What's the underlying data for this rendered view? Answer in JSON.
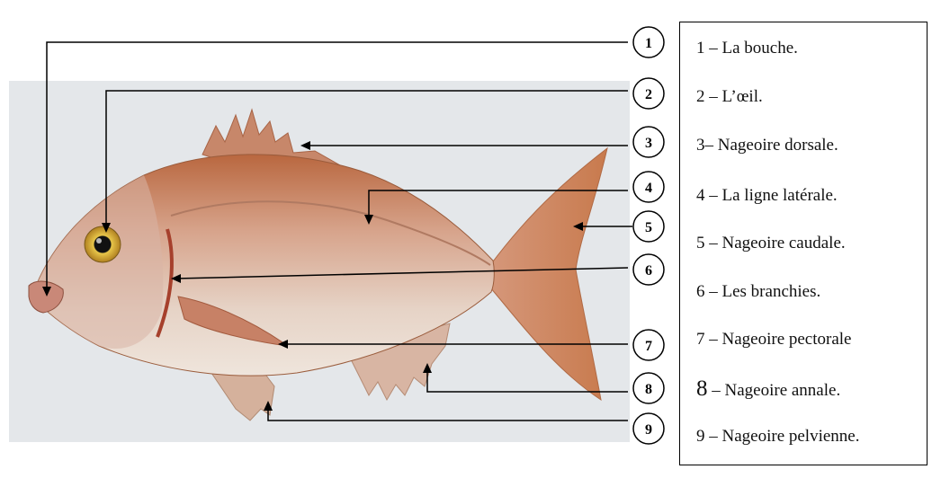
{
  "callouts": [
    "1",
    "2",
    "3",
    "4",
    "5",
    "6",
    "7",
    "8",
    "9"
  ],
  "legend": [
    {
      "num": "1",
      "text": " – La bouche."
    },
    {
      "num": "2",
      "text": " – L’œil."
    },
    {
      "num": "3",
      "text": "– Nageoire dorsale."
    },
    {
      "num": "4",
      "text": " – La ligne latérale."
    },
    {
      "num": "5",
      "text": " – Nageoire caudale."
    },
    {
      "num": "6",
      "text": " – Les branchies."
    },
    {
      "num": "7",
      "text": " –  Nageoire pectorale"
    },
    {
      "num": "8",
      "text": " – Nageoire annale."
    },
    {
      "num": "9",
      "text": " – Nageoire pelvienne."
    }
  ],
  "colors": {
    "photo_bg": "#e4e7ea",
    "fish_body": "#d9a58f",
    "fish_belly": "#e8d8cc",
    "fins": "#c98a63",
    "tail": "#cf8a5e",
    "eye": "#d9b23a",
    "leader": "#000000"
  }
}
